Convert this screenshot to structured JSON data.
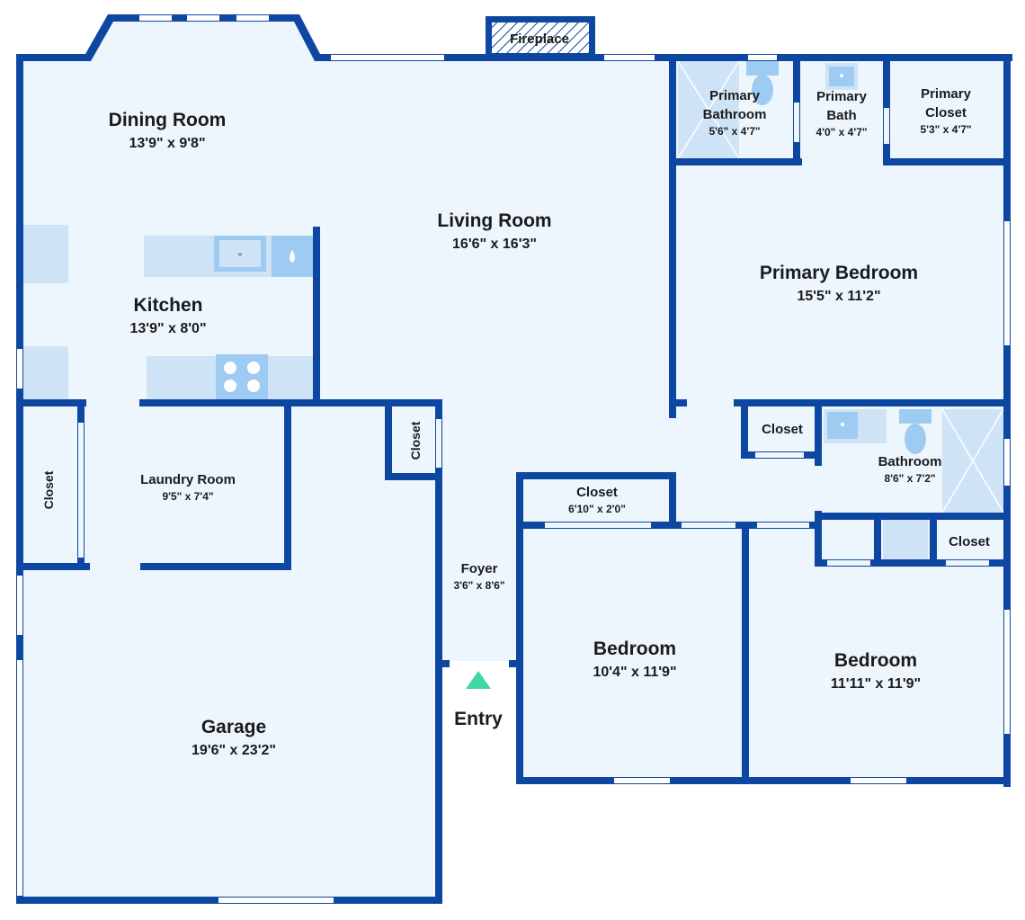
{
  "colors": {
    "wall": "#0d47a1",
    "floor": "#eef6fd",
    "fixture": "#cfe3f7",
    "fixture_dark": "#9ecbf2",
    "window": "#ffffff",
    "entry_arrow": "#3fd6a8",
    "text": "#1b1b1b"
  },
  "rooms": {
    "dining_room": {
      "name": "Dining Room",
      "dims": "13'9\" x 9'8\""
    },
    "living_room": {
      "name": "Living Room",
      "dims": "16'6\" x 16'3\""
    },
    "kitchen": {
      "name": "Kitchen",
      "dims": "13'9\" x 8'0\""
    },
    "primary_bedroom": {
      "name": "Primary Bedroom",
      "dims": "15'5\" x 11'2\""
    },
    "primary_bathroom": {
      "name_line1": "Primary",
      "name_line2": "Bathroom",
      "dims": "5'6\" x 4'7\""
    },
    "primary_bath": {
      "name_line1": "Primary",
      "name_line2": "Bath",
      "dims": "4'0\" x 4'7\""
    },
    "primary_closet": {
      "name_line1": "Primary",
      "name_line2": "Closet",
      "dims": "5'3\" x 4'7\""
    },
    "laundry_room": {
      "name": "Laundry Room",
      "dims": "9'5\" x 7'4\""
    },
    "laundry_closet": {
      "name": "Closet"
    },
    "hall_closet": {
      "name": "Closet"
    },
    "foyer": {
      "name": "Foyer",
      "dims": "3'6\" x 8'6\""
    },
    "bedroom_closet": {
      "name": "Closet",
      "dims": "6'10\" x 2'0\""
    },
    "bath_closet": {
      "name": "Closet"
    },
    "bathroom": {
      "name": "Bathroom",
      "dims": "8'6\" x 7'2\""
    },
    "small_closet": {
      "name": "Closet"
    },
    "bedroom_1": {
      "name": "Bedroom",
      "dims": "10'4\" x 11'9\""
    },
    "bedroom_2": {
      "name": "Bedroom",
      "dims": "11'11\" x 11'9\""
    },
    "garage": {
      "name": "Garage",
      "dims": "19'6\" x 23'2\""
    },
    "fireplace": {
      "name": "Fireplace"
    }
  },
  "entry": {
    "label": "Entry",
    "icon": "entry-arrow-icon"
  }
}
